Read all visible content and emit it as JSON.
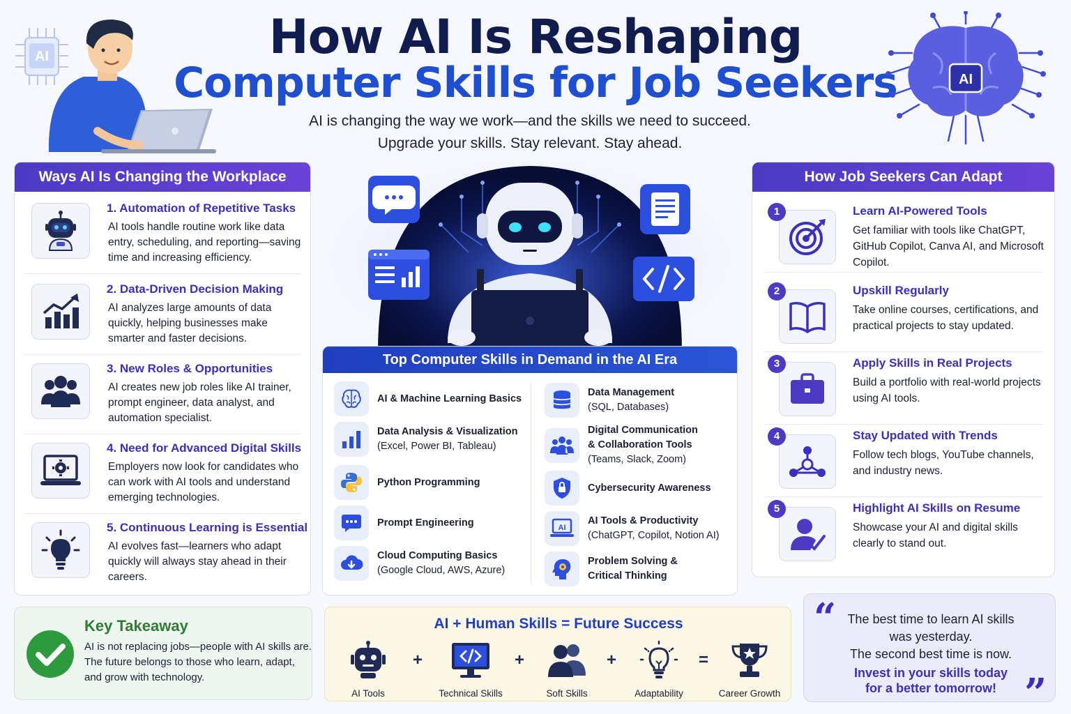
{
  "header": {
    "title_line1": "How AI Is Reshaping",
    "title_line2": "Computer Skills for Job Seekers",
    "subtitle_line1": "AI is changing the way we work—and the skills we need to succeed.",
    "subtitle_line2": "Upgrade your skills. Stay relevant. Stay ahead.",
    "chip_label": "AI",
    "brain_label": "AI"
  },
  "left_panel": {
    "title": "Ways AI Is Changing the Workplace",
    "items": [
      {
        "title": "1. Automation of Repetitive Tasks",
        "text": "AI tools handle routine work like data entry, scheduling, and reporting—saving time and increasing efficiency.",
        "icon": "robot-icon"
      },
      {
        "title": "2. Data-Driven Decision Making",
        "text": "AI analyzes large amounts of data quickly, helping businesses make smarter and faster decisions.",
        "icon": "growth-chart-icon"
      },
      {
        "title": "3. New Roles & Opportunities",
        "text": "AI creates new job roles like AI trainer, prompt engineer, data analyst, and automation specialist.",
        "icon": "people-icon"
      },
      {
        "title": "4. Need for Advanced Digital Skills",
        "text": "Employers now look for candidates who can work with AI tools and understand emerging technologies.",
        "icon": "laptop-gear-icon"
      },
      {
        "title": "5. Continuous Learning is Essential",
        "text": "AI evolves fast—learners who adapt quickly will always stay ahead in their careers.",
        "icon": "lightbulb-icon"
      }
    ]
  },
  "skills_panel": {
    "title": "Top Computer Skills in Demand in the AI Era",
    "left": [
      {
        "name": "AI & Machine Learning Basics",
        "detail": "",
        "icon": "brain-icon"
      },
      {
        "name": "Data Analysis & Visualization",
        "detail": "(Excel, Power BI, Tableau)",
        "icon": "bar-chart-icon"
      },
      {
        "name": "Python Programming",
        "detail": "",
        "icon": "python-icon"
      },
      {
        "name": "Prompt Engineering",
        "detail": "",
        "icon": "chat-icon"
      },
      {
        "name": "Cloud Computing Basics",
        "detail": "(Google Cloud, AWS, Azure)",
        "icon": "cloud-icon"
      }
    ],
    "right": [
      {
        "name": "Data Management",
        "detail": "(SQL, Databases)",
        "icon": "database-icon"
      },
      {
        "name": "Digital Communication",
        "name2": "& Collaboration Tools",
        "detail": "(Teams, Slack, Zoom)",
        "icon": "team-icon"
      },
      {
        "name": "Cybersecurity Awareness",
        "detail": "",
        "icon": "shield-lock-icon"
      },
      {
        "name": "AI Tools & Productivity",
        "detail": "(ChatGPT, Copilot, Notion AI)",
        "icon": "ai-laptop-icon"
      },
      {
        "name": "Problem Solving &",
        "name2": "Critical Thinking",
        "detail": "",
        "icon": "head-gear-icon"
      }
    ]
  },
  "right_panel": {
    "title": "How Job Seekers Can Adapt",
    "items": [
      {
        "num": "1",
        "title": "Learn AI-Powered Tools",
        "text": "Get familiar with tools like ChatGPT, GitHub Copilot, Canva AI, and Microsoft Copilot.",
        "icon": "target-icon"
      },
      {
        "num": "2",
        "title": "Upskill Regularly",
        "text": "Take online courses, certifications, and practical projects to stay updated.",
        "icon": "book-icon"
      },
      {
        "num": "3",
        "title": "Apply Skills in Real Projects",
        "text": "Build a portfolio with real-world projects using AI tools.",
        "icon": "briefcase-icon"
      },
      {
        "num": "4",
        "title": "Stay Updated with Trends",
        "text": "Follow tech blogs, YouTube channels, and industry news.",
        "icon": "network-icon"
      },
      {
        "num": "5",
        "title": "Highlight AI Skills on Resume",
        "text": "Showcase your AI and digital skills clearly to stand out.",
        "icon": "person-check-icon"
      }
    ]
  },
  "takeaway": {
    "title": "Key Takeaway",
    "text": "AI is not replacing jobs—people with AI skills are. The future belongs to those who learn, adapt, and grow with technology."
  },
  "equation": {
    "title": "AI + Human Skills = Future Success",
    "items": [
      {
        "label": "AI Tools",
        "icon": "robot-icon"
      },
      {
        "label": "Technical Skills",
        "icon": "monitor-code-icon"
      },
      {
        "label": "Soft Skills",
        "icon": "people-icon"
      },
      {
        "label": "Adaptability",
        "icon": "lightbulb-icon"
      },
      {
        "label": "Career Growth",
        "icon": "trophy-icon"
      }
    ],
    "ops": [
      "+",
      "+",
      "+",
      "="
    ]
  },
  "quote": {
    "line1": "The best time to learn AI skills",
    "line2": "was yesterday.",
    "line3": "The second best time is now.",
    "strong1": "Invest in your skills today",
    "strong2": "for a better tomorrow!",
    "open_mark": "“",
    "close_mark": "”"
  },
  "colors": {
    "primary_purple": "#4b3bc4",
    "primary_blue": "#1f4fd1",
    "navy": "#0f1c4d",
    "green": "#2e7d32"
  }
}
